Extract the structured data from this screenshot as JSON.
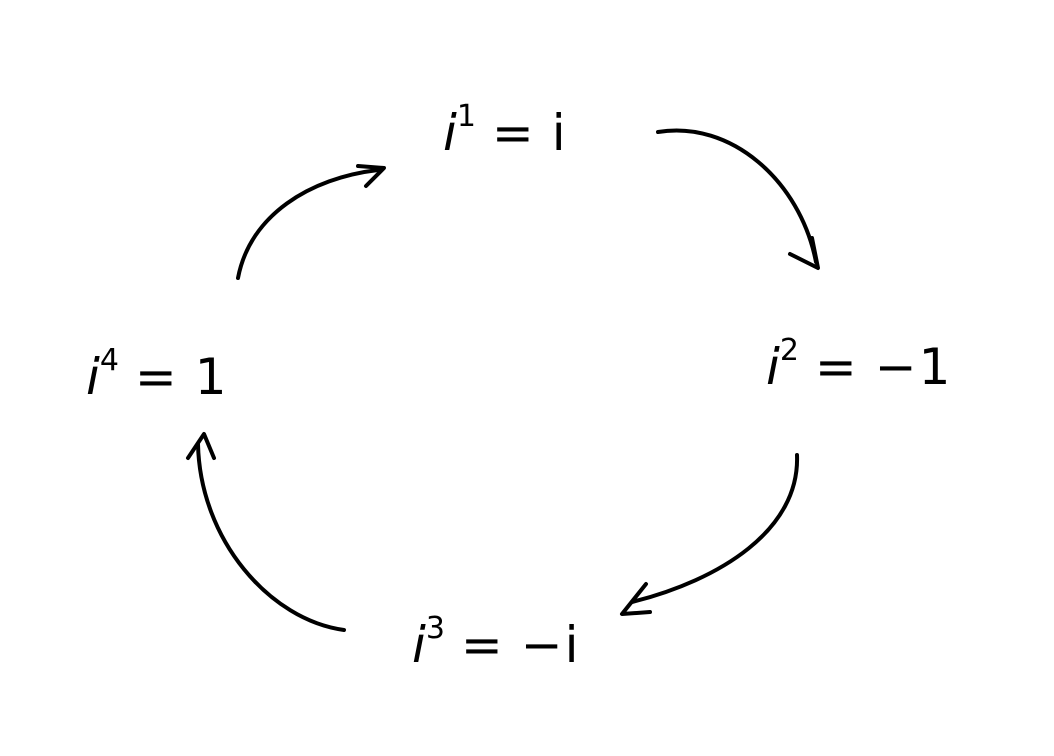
{
  "nodes": [
    {
      "id": "power-1",
      "base": "i",
      "exponent": "1",
      "equals": "=",
      "value": "i"
    },
    {
      "id": "power-2",
      "base": "i",
      "exponent": "2",
      "equals": "=",
      "value": "−1"
    },
    {
      "id": "power-3",
      "base": "i",
      "exponent": "3",
      "equals": "=",
      "value": "−i"
    },
    {
      "id": "power-4",
      "base": "i",
      "exponent": "4",
      "equals": "=",
      "value": "1"
    }
  ],
  "edges": [
    {
      "from": "power-1",
      "to": "power-2"
    },
    {
      "from": "power-2",
      "to": "power-3"
    },
    {
      "from": "power-3",
      "to": "power-4"
    },
    {
      "from": "power-4",
      "to": "power-1"
    }
  ],
  "style": {
    "stroke": "#000000",
    "background": "#ffffff"
  }
}
